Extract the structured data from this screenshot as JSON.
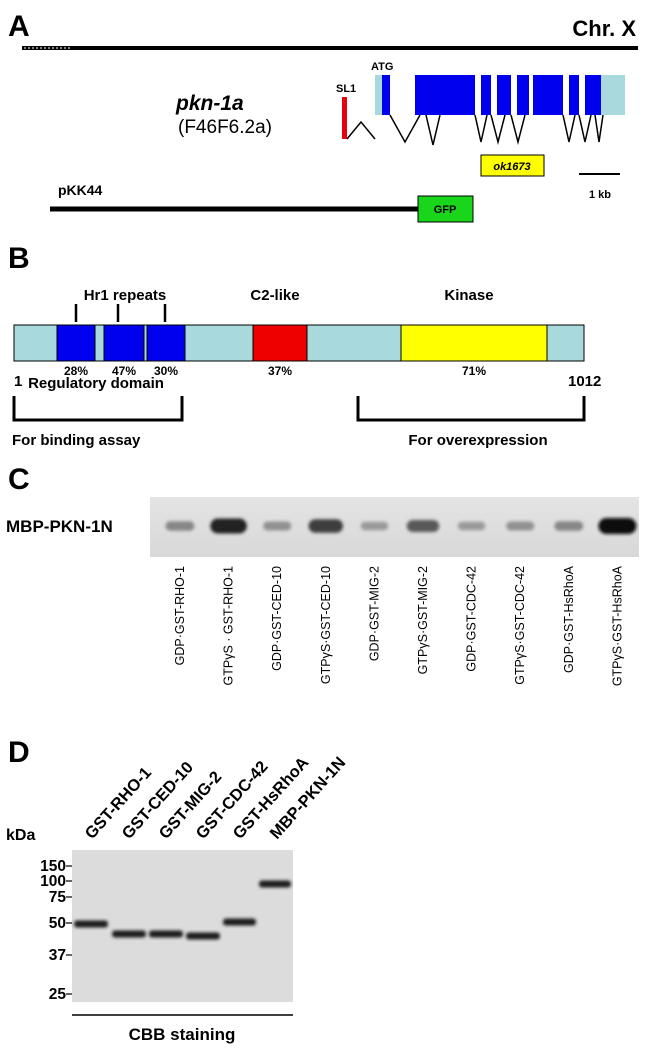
{
  "panel_a": {
    "letter": "A",
    "chromosome": "Chr. X",
    "gene_name": "pkn-1a",
    "gene_id": "(F46F6.2a)",
    "sl1_label": "SL1",
    "atg_label": "ATG",
    "deletion_label": "ok1673",
    "scale_label": "1 kb",
    "construct_label": "pKK44",
    "gfp_label": "GFP"
  },
  "panel_b": {
    "letter": "B",
    "hr1_label": "Hr1 repeats",
    "c2_label": "C2-like",
    "kinase_label": "Kinase",
    "identity": [
      "28%",
      "47%",
      "30%",
      "37%",
      "71%"
    ],
    "start": "1",
    "end": "1012",
    "regulatory_label": "Regulatory domain",
    "binding_label": "For binding assay",
    "overexpression_label": "For overexpression"
  },
  "panel_c": {
    "letter": "C",
    "row_label": "MBP-PKN-1N",
    "lanes": [
      {
        "label": "GDP·GST-RHO-1",
        "intensity": 0.35
      },
      {
        "label": "GTPγS · GST-RHO-1",
        "intensity": 0.9
      },
      {
        "label": "GDP·GST-CED-10",
        "intensity": 0.3
      },
      {
        "label": "GTPγS·GST-CED-10",
        "intensity": 0.75
      },
      {
        "label": "GDP·GST-MIG-2",
        "intensity": 0.25
      },
      {
        "label": "GTPγS·GST-MIG-2",
        "intensity": 0.6
      },
      {
        "label": "GDP·GST-CDC-42",
        "intensity": 0.25
      },
      {
        "label": "GTPγS·GST-CDC-42",
        "intensity": 0.3
      },
      {
        "label": "GDP·GST-HsRhoA",
        "intensity": 0.35
      },
      {
        "label": "GTPγS·GST-HsRhoA",
        "intensity": 1.0
      }
    ]
  },
  "panel_d": {
    "letter": "D",
    "unit": "kDa",
    "markers": [
      "150",
      "100",
      "75",
      "50",
      "37",
      "25"
    ],
    "lanes": [
      "GST-RHO-1",
      "GST-CED-10",
      "GST-MIG-2",
      "GST-CDC-42",
      "GST-HsRhoA",
      "MBP-PKN-1N"
    ],
    "staining_label": "CBB staining"
  }
}
